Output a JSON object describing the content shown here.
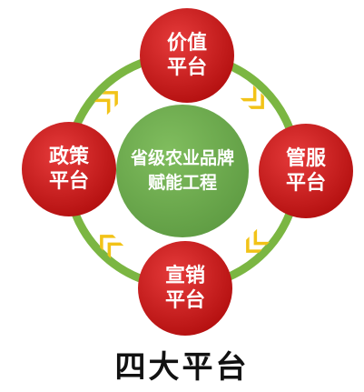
{
  "center": {
    "line1": "省级农业品牌",
    "line2": "赋能工程"
  },
  "platforms": [
    {
      "id": "value",
      "line1": "价值",
      "line2": "平台"
    },
    {
      "id": "policy",
      "line1": "政策",
      "line2": "平台"
    },
    {
      "id": "manage",
      "line1": "管服",
      "line2": "平台"
    },
    {
      "id": "promotion",
      "line1": "宣销",
      "line2": "平台"
    }
  ],
  "caption": "四大平台",
  "colors": {
    "platform_red": "#c81616",
    "center_green": "#6aa84f",
    "ring_green": "#7bb642",
    "arrow_yellow": "#f2c318"
  }
}
